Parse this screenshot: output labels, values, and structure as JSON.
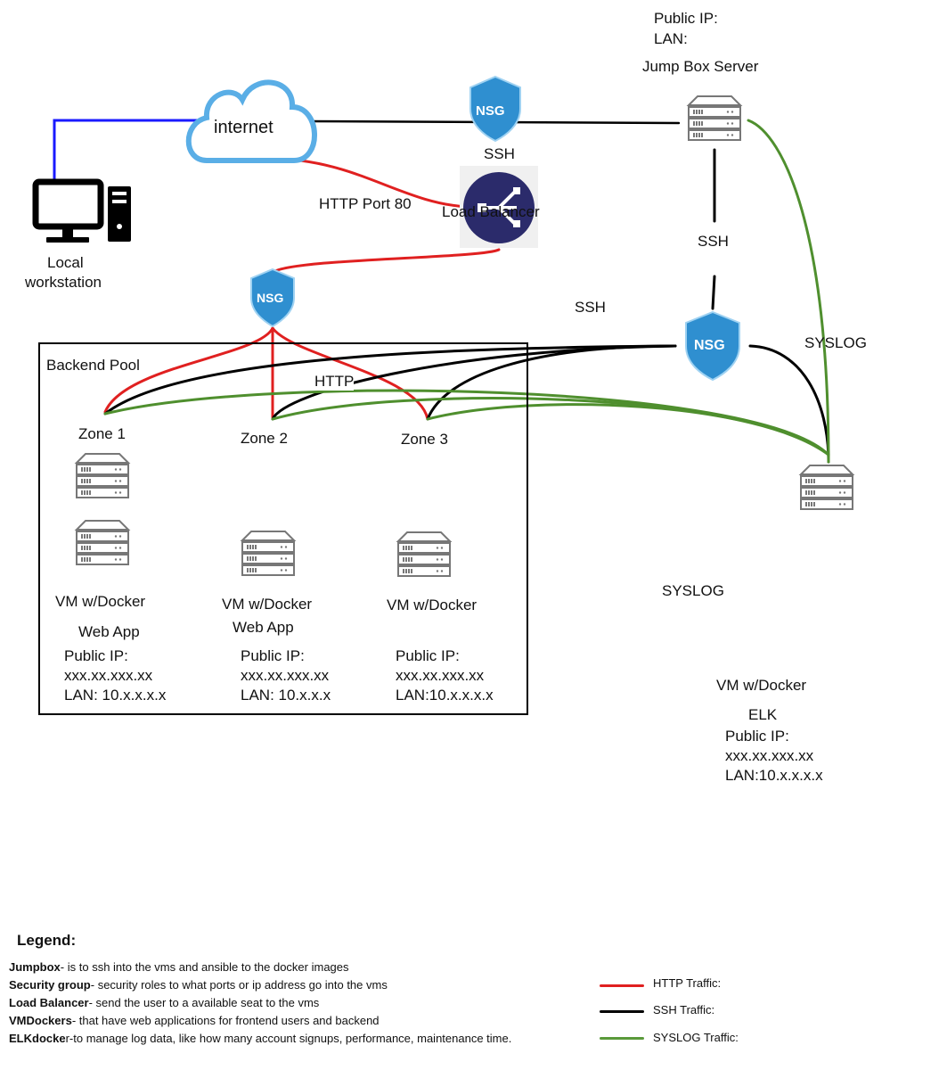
{
  "nodes": {
    "workstation": {
      "label_line1": "Local",
      "label_line2": "workstation"
    },
    "internet": {
      "label": "internet"
    },
    "nsg_top": {
      "label": "NSG",
      "caption": "SSH"
    },
    "load_balancer": {
      "label": "Load Balancer"
    },
    "nsg_pool": {
      "label": "NSG"
    },
    "nsg_right": {
      "label": "NSG"
    },
    "jumpbox": {
      "ip_label": "Public IP:",
      "lan_label": "LAN:",
      "title": "Jump Box Server"
    },
    "elk": {
      "line1": "VM w/Docker",
      "line2": "ELK",
      "ip": "Public IP:",
      "ip_value": "xxx.xx.xxx.xx",
      "lan": "LAN:10.x.x.x.x"
    }
  },
  "edge_labels": {
    "http_port": "HTTP Port 80",
    "ssh_mid": "SSH",
    "ssh_right": "SSH",
    "http_pool": "HTTP",
    "syslog_right": "SYSLOG",
    "syslog_bottom": "SYSLOG"
  },
  "pool": {
    "title": "Backend Pool",
    "zones": [
      {
        "zone": "Zone 1",
        "vm": "VM w/Docker",
        "app": "Web App",
        "ip": "Public IP:",
        "ip_value": "xxx.xx.xxx.xx",
        "lan": "LAN: 10.x.x.x.x"
      },
      {
        "zone": "Zone 2",
        "vm": "VM w/Docker",
        "app": "Web App",
        "ip": "Public IP:",
        "ip_value": "xxx.xx.xxx.xx",
        "lan": "LAN:  10.x.x.x"
      },
      {
        "zone": "Zone 3",
        "vm": "VM w/Docker",
        "ip": "Public IP:",
        "ip_value": "xxx.xx.xxx.xx",
        "lan": "LAN:10.x.x.x.x"
      }
    ]
  },
  "legend": {
    "title": "Legend:",
    "items": [
      {
        "term": "Jumpbox",
        "text": "- is to ssh into the vms and ansible to the docker images"
      },
      {
        "term": "Security group",
        "text": "- security roles to what ports or ip address go into the vms"
      },
      {
        "term": "Load Balancer",
        "text": "- send the user to a available seat to the vms"
      },
      {
        "term": "VMDockers",
        "text": "- that have web applications for frontend users and backend"
      },
      {
        "term": "ELKdocke",
        "text": "r-to manage log data, like how many account signups, performance, maintenance time."
      }
    ],
    "keys": [
      {
        "label": "HTTP Traffic:",
        "color": "#e02020"
      },
      {
        "label": "SSH Traffic:",
        "color": "#000000"
      },
      {
        "label": "SYSLOG Traffic:",
        "color": "#5a9a3a"
      }
    ]
  },
  "colors": {
    "http": "#e02020",
    "ssh": "#000000",
    "syslog": "#4f8f2e",
    "client": "#1a1aff",
    "nsg": "#2f8fd0",
    "lb": "#2b2b6b"
  }
}
